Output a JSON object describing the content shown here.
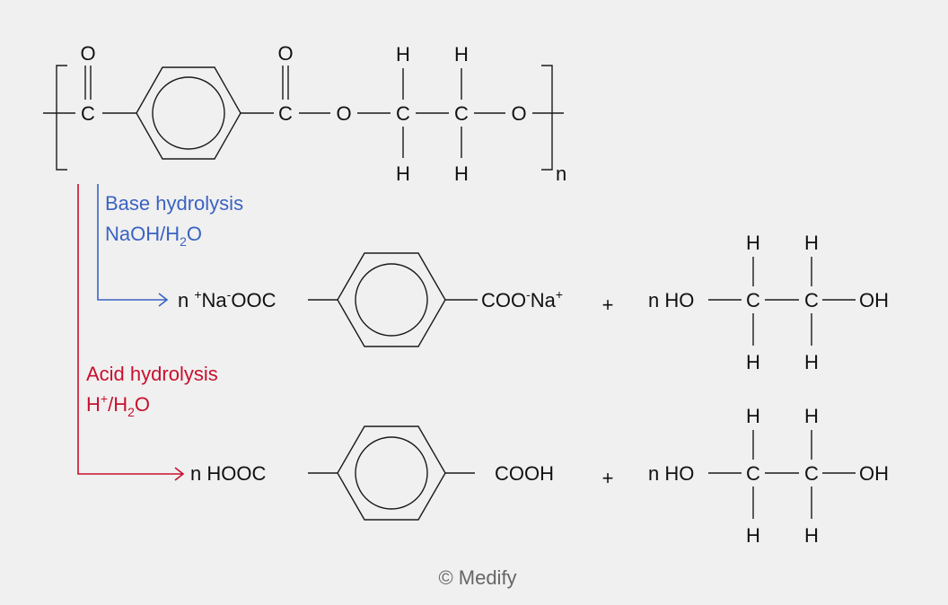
{
  "colors": {
    "background": "#f0f0f0",
    "bond": "#1a1a1a",
    "base": "#3a63c2",
    "acid": "#c8102e",
    "copyright": "#666666"
  },
  "polymer": {
    "o_left": "O",
    "c_left": "C",
    "o_right": "O",
    "c_right": "C",
    "o_ester": "O",
    "c1": "C",
    "c2": "C",
    "o_end": "O",
    "h1_top": "H",
    "h2_top": "H",
    "h1_bottom": "H",
    "h2_bottom": "H",
    "repeat_n": "n"
  },
  "base": {
    "label_line1": "Base hydrolysis",
    "reagent_a": "NaOH/H",
    "reagent_sub": "2",
    "reagent_b": "O",
    "prod_prefix": "n ",
    "prod_plus": "+",
    "prod_na_left": "Na",
    "prod_minus_left": "-",
    "prod_ooc": "OOC",
    "prod_coo": "COO",
    "prod_minus_right": "-",
    "prod_na_right": "Na",
    "prod_plus_right": "+"
  },
  "acid": {
    "label_line1": "Acid hydrolysis",
    "reagent_h": "H",
    "reagent_sup": "+",
    "reagent_b": "/H",
    "reagent_sub": "2",
    "reagent_c": "O",
    "prod_left": "n HOOC",
    "prod_right": "COOH"
  },
  "plus_sign": "+",
  "glycol": {
    "ho": "n HO",
    "c1": "C",
    "c2": "C",
    "oh": "OH",
    "h": "H"
  },
  "copyright": "© Medify"
}
